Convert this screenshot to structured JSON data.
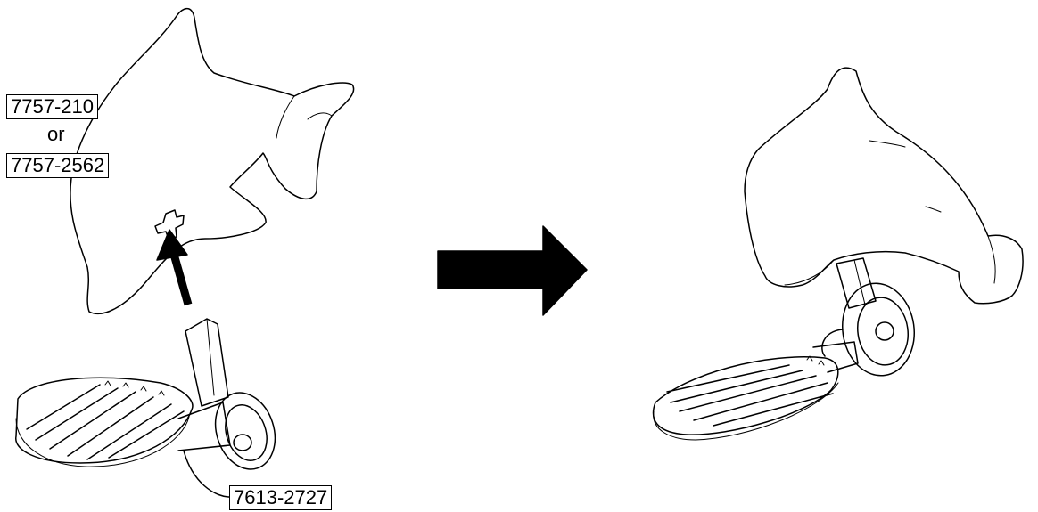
{
  "labels": {
    "dolphin_part_primary": "7757-210",
    "conjunction": "or",
    "dolphin_part_alternate": "7757-2562",
    "footrest_part": "7613-2727"
  },
  "colors": {
    "ink": "#000000",
    "background": "#ffffff"
  },
  "icons": {
    "insert_arrow": "up-right-arrow-icon",
    "transition_arrow": "right-arrow-icon"
  }
}
